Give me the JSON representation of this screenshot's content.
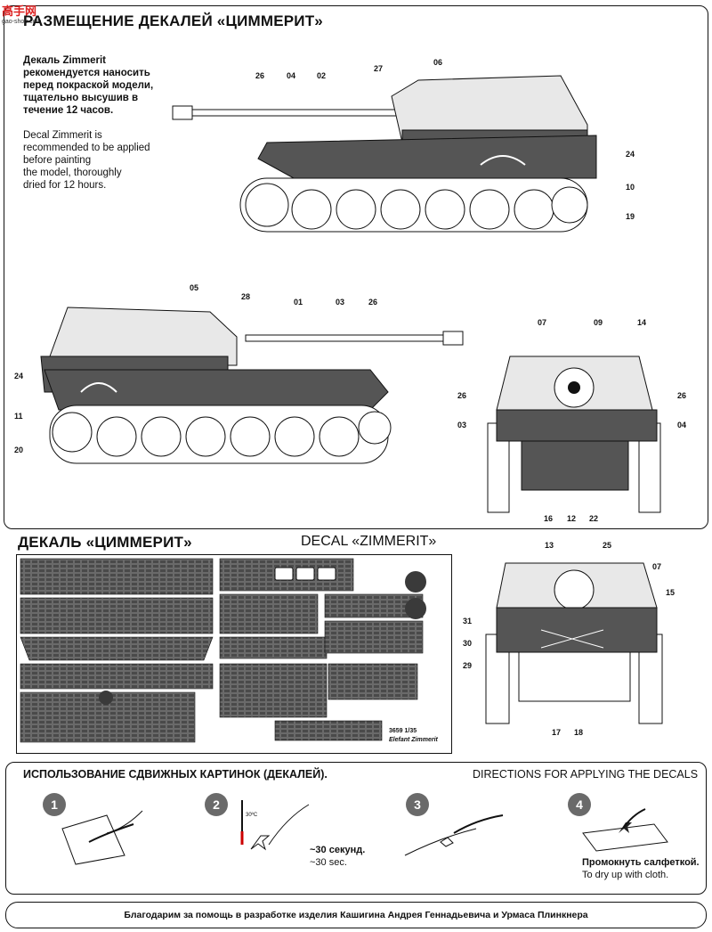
{
  "header": {
    "logo_text": "高手网",
    "logo_sub": "gao-shou.com",
    "title": "РАЗМЕЩЕНИЕ ДЕКАЛЕЙ «ЦИММЕРИТ»"
  },
  "notes": {
    "ru_line1_bold": "Декаль Zimmerit",
    "ru_line2": "рекомендуется наносить",
    "ru_line3": "перед покраской модели,",
    "ru_line4": "тщательно высушив в",
    "ru_line5": "течение 12 часов.",
    "en_line1": "Decal Zimmerit is",
    "en_line2": "recommended to be applied",
    "en_line3": "before painting",
    "en_line4": "the model, thoroughly",
    "en_line5": "dried for 12 hours."
  },
  "callouts_side1": [
    "26",
    "04",
    "02",
    "27",
    "06",
    "24",
    "10",
    "19"
  ],
  "callouts_side2": [
    "05",
    "28",
    "01",
    "03",
    "26",
    "24",
    "11",
    "20"
  ],
  "callouts_front": [
    "07",
    "09",
    "14",
    "26",
    "26",
    "03",
    "04",
    "16",
    "12",
    "22"
  ],
  "callouts_rear": [
    "13",
    "25",
    "07",
    "15",
    "31",
    "30",
    "29",
    "17",
    "18"
  ],
  "decal_section": {
    "title_ru": "ДЕКАЛЬ «ЦИММЕРИТ»",
    "title_en": "DECAL «ZIMMERIT»",
    "sheet_code": "3659 1/35",
    "sheet_name": "Elefant Zimmerit"
  },
  "directions": {
    "title_ru": "ИСПОЛЬЗОВАНИЕ СДВИЖНЫХ КАРТИНОК (ДЕКАЛЕЙ).",
    "title_en": "DIRECTIONS  FOR APPLYING THE DECALS",
    "steps": [
      {
        "num": "1"
      },
      {
        "num": "2",
        "caption_ru": "~30 секунд.",
        "caption_en": "~30 sec.",
        "water_label": "30ºC"
      },
      {
        "num": "3"
      },
      {
        "num": "4",
        "caption_ru": "Промокнуть салфеткой.",
        "caption_en": "To dry up with cloth."
      }
    ]
  },
  "footer": {
    "text": "Благодарим за помощь в разработке изделия Кашигина Андрея Геннадьевича и Урмаса Плинкнера"
  },
  "colors": {
    "hull_dark": "#555555",
    "hull_light": "#e8e8e8",
    "zimmerit": "#4a4a4a"
  }
}
